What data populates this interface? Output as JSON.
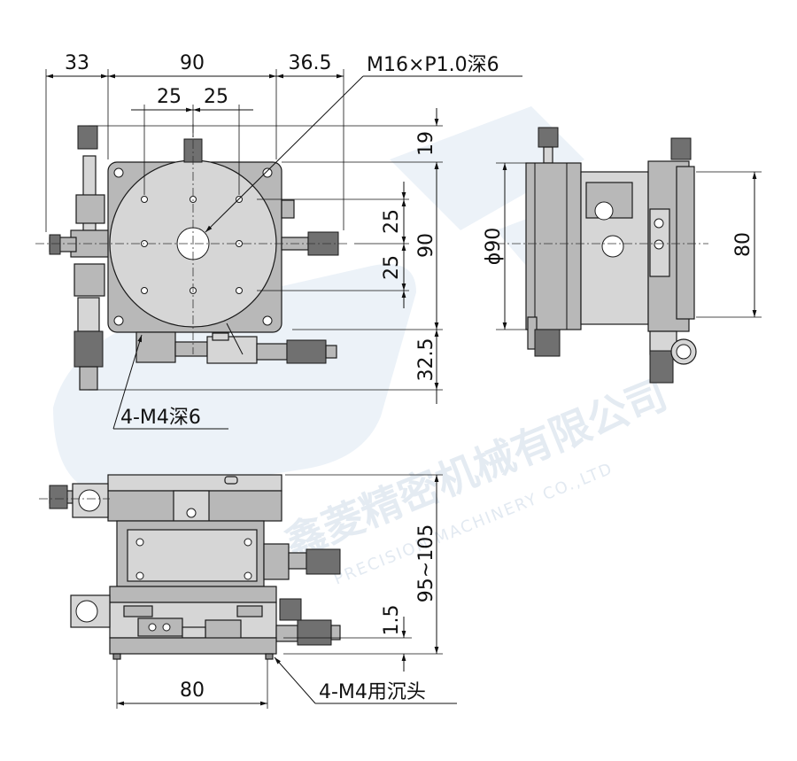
{
  "top_view": {
    "dims": {
      "left_offset": "33",
      "table_width": "90",
      "right_offset": "36.5",
      "hole_pitch_x_left": "25",
      "hole_pitch_x_right": "25",
      "top_knob_height": "19",
      "table_height": "90",
      "hole_pitch_y_upper": "25",
      "hole_pitch_y_lower": "25",
      "bottom_offset": "32.5"
    },
    "callouts": {
      "center_thread": "M16×P1.0深6",
      "mount_holes": "4-M4深6"
    }
  },
  "side_view": {
    "dims": {
      "diameter": "ϕ90",
      "height": "80"
    }
  },
  "front_view": {
    "dims": {
      "base_width": "80",
      "total_height": "95~105",
      "base_step": "1.5"
    },
    "callouts": {
      "counterbore_holes": "4-M4用沉头"
    }
  },
  "watermark": {
    "company_cn": "鑫菱精密机械有限公司",
    "company_en": "PRECISION MACHINERY CO.,LTD"
  },
  "colors": {
    "metal": "#b8b8b8",
    "metal_light": "#d6d6d6",
    "metal_dark": "#8c8c8c",
    "watermark": "#c9d9ea"
  }
}
